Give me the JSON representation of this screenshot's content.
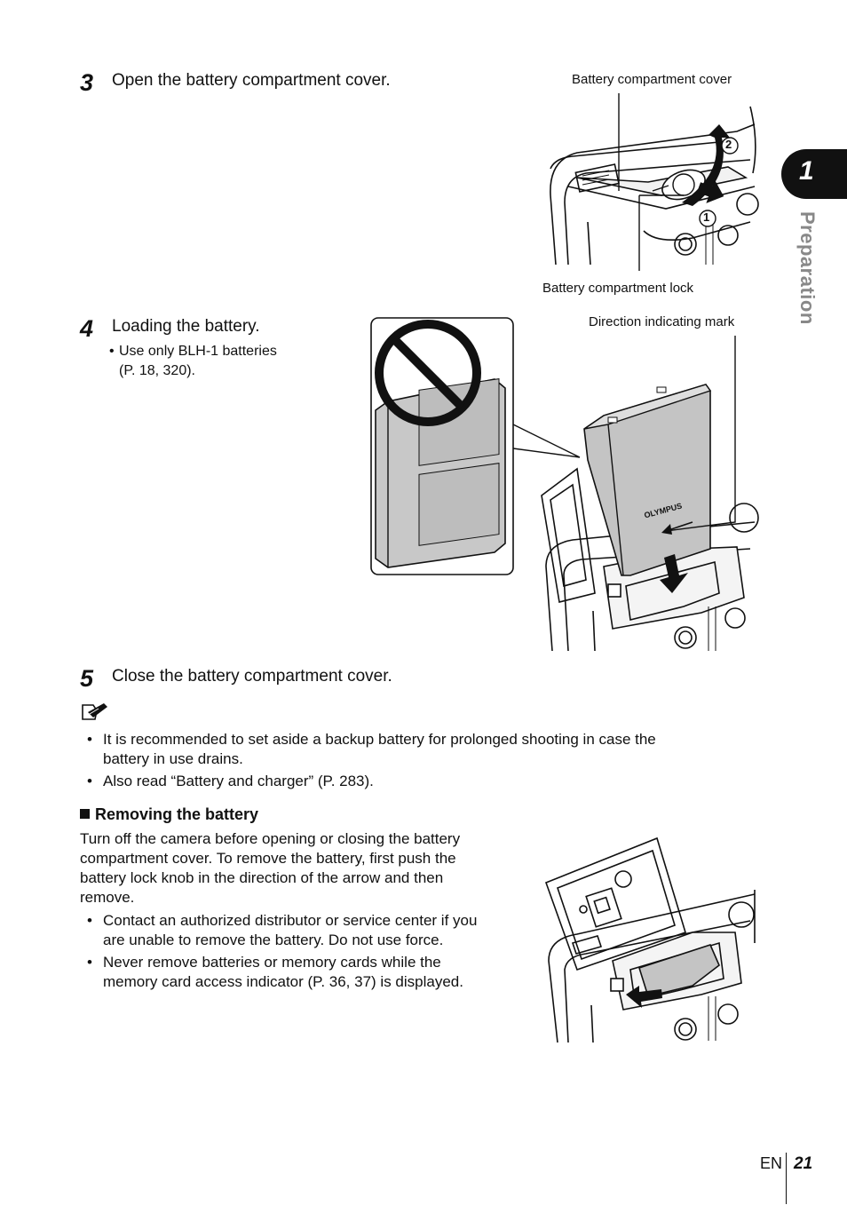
{
  "chapter": {
    "number": "1",
    "label": "Preparation"
  },
  "steps": [
    {
      "number": "3",
      "text": "Open the battery compartment cover."
    },
    {
      "number": "4",
      "text": "Loading the battery.",
      "bullets": [
        "Use only BLH-1 batteries",
        "(P. 18, 320)."
      ]
    },
    {
      "number": "5",
      "text": "Close the battery compartment cover."
    }
  ],
  "callouts": {
    "cover": "Battery compartment cover",
    "lock": "Battery compartment lock",
    "mark": "Direction indicating mark",
    "marker_1": "1",
    "marker_2": "2",
    "brand": "OLYMPUS"
  },
  "note": {
    "icon": "memo-pencil-icon",
    "bullets": [
      [
        "It is recommended to set aside a backup battery for prolonged shooting in case the",
        "battery in use drains."
      ],
      [
        "Also read “Battery and charger” (P. 283)."
      ]
    ]
  },
  "removing": {
    "heading": "Removing the battery",
    "paragraph": [
      "Turn off the camera before opening or closing the battery",
      "compartment cover. To remove the battery, first push the",
      "battery lock knob in the direction of the arrow and then",
      "remove."
    ],
    "bullets": [
      [
        "Contact an authorized distributor or service center if you",
        "are unable to remove the battery. Do not use force."
      ],
      [
        "Never remove batteries or memory cards while the",
        "memory card access indicator (P. 36, 37) is displayed."
      ]
    ]
  },
  "footer": {
    "lang": "EN",
    "page": "21"
  }
}
